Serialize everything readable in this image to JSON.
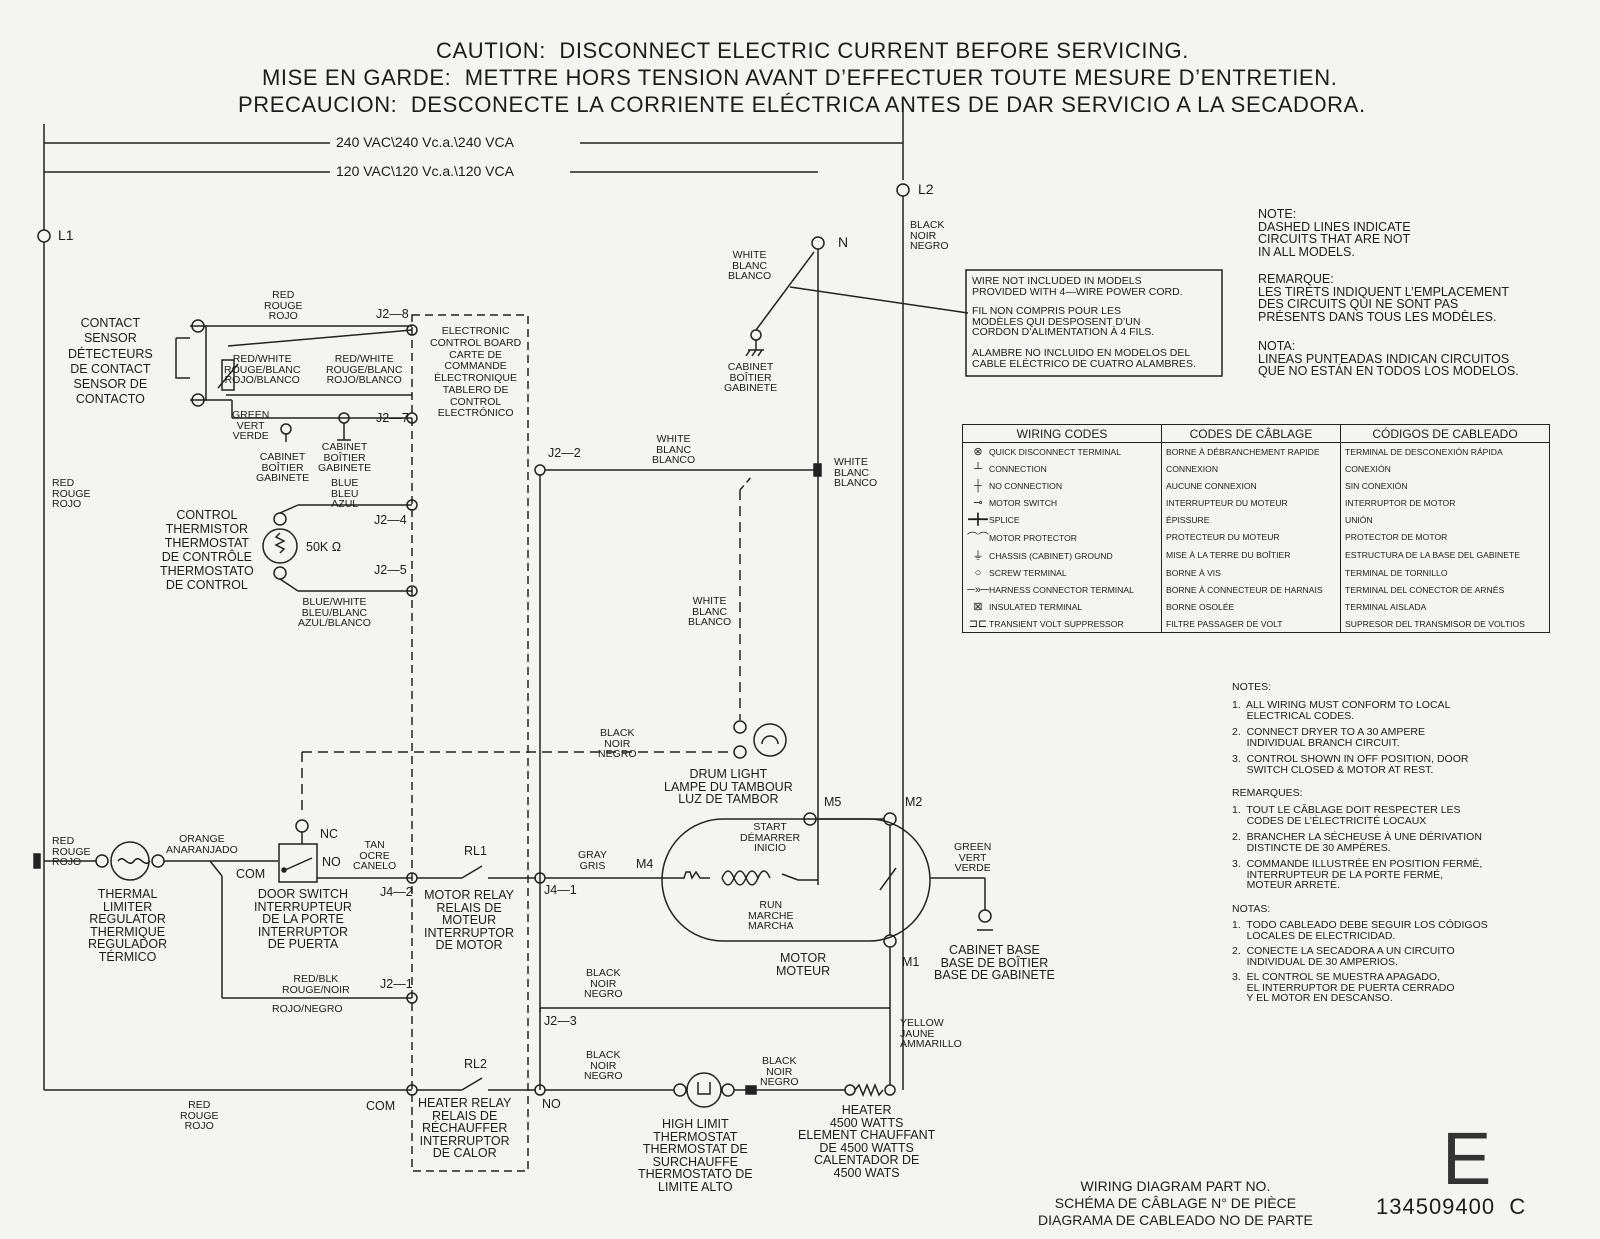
{
  "header": {
    "line1": "CAUTION:  DISCONNECT ELECTRIC CURRENT BEFORE SERVICING.",
    "line2": "MISE EN GARDE:  METTRE HORS TENSION AVANT D’EFFECTUER TOUTE MESURE D’ENTRETIEN.",
    "line3": "PRECAUCION:  DESCONECTE LA CORRIENTE ELÉCTRICA ANTES DE DAR SERVICIO A LA SECADORA."
  },
  "voltage": {
    "v240": "240 VAC\\240 Vc.a.\\240 VCA",
    "v120": "120 VAC\\120 Vc.a.\\120 VCA"
  },
  "terminals": {
    "l1": "L1",
    "l2": "L2",
    "n": "N"
  },
  "wire_colors": {
    "black_l2": "BLACK\nNOIR\nNEGRO",
    "white_n": "WHITE\nBLANC\nBLANCO",
    "red_left": "RED\nROUGE\nROJO",
    "red_top": "RED\nROUGE\nROJO",
    "red_white_1": "RED/WHITE\nROUGE/BLANC\nROJO/BLANCO",
    "red_white_2": "RED/WHITE\nROUGE/BLANC\nROJO/BLANCO",
    "green_sensor": "GREEN\nVERT\nVERDE",
    "blue": "BLUE\nBLEU\nAZUL",
    "blue_white": "BLUE/WHITE\nBLEU/BLANC\nAZUL/BLANCO",
    "white_j22": "WHITE\nBLANC\nBLANCO",
    "white_right": "WHITE\nBLANC\nBLANCO",
    "white_lamp": "WHITE\nBLANC\nBLANCO",
    "black_lamp": "BLACK\nNOIR\nNEGRO",
    "red_limiter": "RED\nROUGE\nROJO",
    "orange": "ORANGE\nANARANJADO",
    "tan": "TAN\nOCRE\nCANELO",
    "gray": "GRAY\nGRIS",
    "green_motor": "GREEN\nVERT\nVERDE",
    "red_blk": "RED/BLK\nROUGE/NOIR",
    "rojo_negro": "ROJO/NEGRO",
    "black_j23": "BLACK\nNOIR\nNEGRO",
    "black_heater": "BLACK\nNOIR\nNEGRO",
    "black_thermo": "BLACK\nNOIR\nNEGRO",
    "red_bottom": "RED\nROUGE\nROJO",
    "yellow": "YELLOW\nJAUNE\nAMMARILLO"
  },
  "components": {
    "contact_sensor": "CONTACT\nSENSOR\nDÉTECTEURS\nDE CONTACT\nSENSOR DE\nCONTACTO",
    "board": "ELECTRONIC\nCONTROL BOARD\nCARTE DE\nCOMMANDE\nÉLECTRONIQUE\nTABLERO DE\nCONTROL\nELECTRÓNICO",
    "cabinet_1": "CABINET\nBOÎTIER\nGABINETE",
    "cabinet_2": "CABINET\nBOÎTIER\nGABINETE",
    "cabinet_n": "CABINET\nBOÎTIER\nGABINETE",
    "thermistor": "CONTROL\nTHERMISTOR\nTHERMOSTAT\nDE CONTRÔLE\nTHERMOSTATO\nDE CONTROL",
    "ohm": "50K Ω",
    "drum_light": "DRUM LIGHT\nLAMPE DU TAMBOUR\nLUZ DE TAMBOR",
    "thermal_limiter": "THERMAL\nLIMITER\nREGULATOR\nTHERMIQUE\nREGULADOR\nTÉRMICO",
    "door_switch": "DOOR SWITCH\nINTERRUPTEUR\nDE LA PORTE\nINTERRUPTOR\nDE PUERTA",
    "motor_relay": "MOTOR RELAY\nRELAIS DE\nMOTEUR\nINTERRUPTOR\nDE MOTOR",
    "rl1": "RL1",
    "rl2": "RL2",
    "heater_relay": "HEATER RELAY\nRELAIS DE\nRÉCHAUFFER\nINTERRUPTOR\nDE CALOR",
    "start": "START\nDÉMARRER\nINICIO",
    "run": "RUN\nMARCHE\nMARCHA",
    "motor": "MOTOR\nMOTEUR",
    "cabinet_base": "CABINET BASE\nBASE DE BOÎTIER\nBASE DE GABINETE",
    "high_limit": "HIGH LIMIT\nTHERMOSTAT\nTHERMOSTAT DE\nSURCHAUFFE\nTHERMOSTATO DE\nLIMITE ALTO",
    "heater": "HEATER\n4500 WATTS\nELEMENT CHAUFFANT\nDE 4500 WATTS\nCALENTADOR DE\n4500 WATS"
  },
  "pins": {
    "j28": "J2—8",
    "j27": "J2—7",
    "j22": "J2—2",
    "j24": "J2—4",
    "j25": "J2—5",
    "j42": "J4—2",
    "j41": "J4—1",
    "j21": "J2—1",
    "j23": "J2—3",
    "nc": "NC",
    "no": "NO",
    "com": "COM",
    "com2": "COM",
    "no2": "NO",
    "m4": "M4",
    "m5": "M5",
    "m2": "M2",
    "m1": "M1"
  },
  "wire_box": {
    "en": "WIRE NOT INCLUDED IN MODELS\nPROVIDED WITH 4—WIRE POWER CORD.",
    "fr": "FIL NON COMPRIS POUR LES\nMODÈLES QUI DESPOSENT D’UN\nCORDON D’ALIMENTATION À 4 FILS.",
    "es": "ALAMBRE NO INCLUIDO EN MODELOS DEL\nCABLE ELÉCTRICO DE CUATRO ALAMBRES."
  },
  "note_dashed": {
    "en": "NOTE:\nDASHED LINES INDICATE\nCIRCUITS THAT ARE NOT\nIN ALL MODELS.",
    "fr": "REMARQUE:\nLES TIRETS INDIQUENT L’EMPLACEMENT\nDES CIRCUITS QUI NE SONT PAS\nPRÉSENTS DANS TOUS LES MODÈLES.",
    "es": "NOTA:\nLINEAS PUNTEADAS INDICAN CIRCUITOS\nQUE NO ESTÁN EN TODOS LOS MODELOS."
  },
  "codes": {
    "headers": [
      "WIRING CODES",
      "CODES DE CÂBLAGE",
      "CÓDIGOS DE CABLEADO"
    ],
    "rows": [
      {
        "icon": "quick-disconnect-icon",
        "glyph": "⊗",
        "en": "QUICK DISCONNECT TERMINAL",
        "fr": "BORNE À DÉBRANCHEMENT RAPIDE",
        "es": "TERMINAL DE DESCONEXIÓN RÁPIDA"
      },
      {
        "icon": "connection-icon",
        "glyph": "┴",
        "en": "CONNECTION",
        "fr": "CONNEXION",
        "es": "CONEXIÓN"
      },
      {
        "icon": "no-connection-icon",
        "glyph": "┼",
        "en": "NO CONNECTION",
        "fr": "AUCUNE CONNEXION",
        "es": "SIN CONEXIÓN"
      },
      {
        "icon": "motor-switch-icon",
        "glyph": "⊸",
        "en": "MOTOR SWITCH",
        "fr": "INTERRUPTEUR DU MOTEUR",
        "es": "INTERRUPTOR DE MOTOR"
      },
      {
        "icon": "splice-icon",
        "glyph": "━╋━",
        "en": "SPLICE",
        "fr": "ÉPISSURE",
        "es": "UNIÓN"
      },
      {
        "icon": "motor-protector-icon",
        "glyph": "⌒⌒",
        "en": "MOTOR PROTECTOR",
        "fr": "PROTECTEUR DU MOTEUR",
        "es": "PROTECTOR DE MOTOR"
      },
      {
        "icon": "chassis-ground-icon",
        "glyph": "⏚",
        "en": "CHASSIS (CABINET) GROUND",
        "fr": "MISE À LA TERRE DU BOÎTIER",
        "es": "ESTRUCTURA DE LA BASE DEL GABINETE"
      },
      {
        "icon": "screw-terminal-icon",
        "glyph": "○",
        "en": "SCREW TERMINAL",
        "fr": "BORNE À VIS",
        "es": "TERMINAL DE TORNILLO"
      },
      {
        "icon": "harness-connector-icon",
        "glyph": "─»─",
        "en": "HARNESS CONNECTOR TERMINAL",
        "fr": "BORNE À CONNECTEUR DE HARNAIS",
        "es": "TERMINAL DEL CONECTOR DE ARNÉS"
      },
      {
        "icon": "insulated-terminal-icon",
        "glyph": "⊠",
        "en": "INSULATED TERMINAL",
        "fr": "BORNE OSOLÉE",
        "es": "TERMINAL AISLADA"
      },
      {
        "icon": "transient-suppressor-icon",
        "glyph": "⊐⊏",
        "en": "TRANSIENT VOLT SUPPRESSOR",
        "fr": "FILTRE PASSAGER DE VOLT",
        "es": "SUPRESOR DEL TRANSMISOR DE VOLTIOS"
      }
    ]
  },
  "notes": {
    "en_title": "NOTES:",
    "en": [
      "1.  ALL WIRING MUST CONFORM TO LOCAL\n     ELECTRICAL CODES.",
      "2.  CONNECT DRYER TO A 30 AMPERE\n     INDIVIDUAL BRANCH CIRCUIT.",
      "3.  CONTROL SHOWN IN OFF POSITION, DOOR\n     SWITCH CLOSED & MOTOR AT REST."
    ],
    "fr_title": "REMARQUES:",
    "fr": [
      "1.  TOUT LE CÂBLAGE DOIT RESPECTER LES\n     CODES DE L’ÉLECTRICITÉ LOCAUX",
      "2.  BRANCHER LA SÉCHEUSE À UNE DÉRIVATION\n     DISTINCTE DE 30 AMPÈRES.",
      "3.  COMMANDE ILLUSTRÉE EN POSITION FERMÉ,\n     INTERRUPTEUR DE LA PORTE FERMÉ,\n     MOTEUR ARRETÉ."
    ],
    "es_title": "NOTAS:",
    "es": [
      "1.  TODO CABLEADO DEBE SEGUIR LOS CÓDIGOS\n     LOCALES DE ELECTRICIDAD.",
      "2.  CONECTE LA SECADORA A UN CIRCUITO\n     INDIVIDUAL DE 30 AMPERIOS.",
      "3.  EL CONTROL SE MUESTRA APAGADO,\n     EL INTERRUPTOR DE PUERTA CERRADO\n     Y EL MOTOR EN DESCANSO."
    ]
  },
  "footer": {
    "title": "WIRING DIAGRAM PART NO.\nSCHÉMA DE CÂBLAGE N° DE PIÈCE\nDIAGRAMA DE CABLEADO NO DE PARTE",
    "part_no": "134509400  C",
    "revision": "E"
  }
}
